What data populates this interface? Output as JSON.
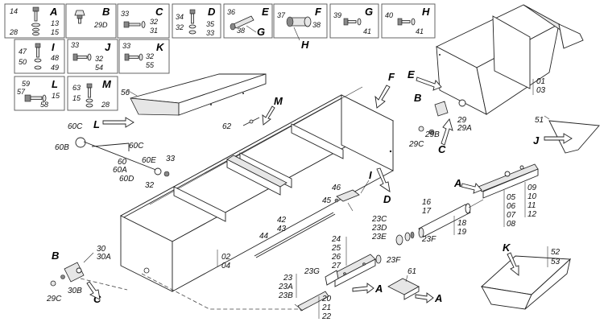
{
  "detail_boxes": [
    {
      "key": "A",
      "parts": [
        "14",
        "13",
        "28",
        "15"
      ]
    },
    {
      "key": "B",
      "parts": [
        "29D"
      ]
    },
    {
      "key": "C",
      "parts": [
        "33",
        "32",
        "31"
      ]
    },
    {
      "key": "D",
      "parts": [
        "34",
        "32",
        "35",
        "33"
      ]
    },
    {
      "key": "E",
      "parts": [
        "36"
      ]
    },
    {
      "key": "F",
      "parts": [
        "37",
        "38"
      ]
    },
    {
      "key": "G",
      "parts": [
        "39",
        "41"
      ]
    },
    {
      "key": "H",
      "parts": [
        "40",
        "41"
      ]
    },
    {
      "key": "I",
      "parts": [
        "47",
        "48",
        "50",
        "49"
      ]
    },
    {
      "key": "J",
      "parts": [
        "33",
        "32",
        "54"
      ]
    },
    {
      "key": "K",
      "parts": [
        "33",
        "32",
        "55"
      ]
    },
    {
      "key": "L",
      "parts": [
        "59",
        "57",
        "15",
        "58"
      ]
    },
    {
      "key": "M",
      "parts": [
        "63",
        "15",
        "28"
      ]
    }
  ],
  "loose_labels": {
    "g_38": "38",
    "g_g": "G",
    "h_h": "H"
  },
  "callouts": {
    "lid_56": "56",
    "bin_F": "F",
    "bin_02": "02",
    "bin_04": "04",
    "M_arrow": "M",
    "p62": "62",
    "L_arrow": "L",
    "p60C_a": "60C",
    "p60B": "60B",
    "p60C_b": "60C",
    "p60": "60",
    "p60A": "60A",
    "p60E": "60E",
    "p33": "33",
    "p60D": "60D",
    "p32": "32",
    "I_arrow": "I",
    "D_arrow": "D",
    "p46": "46",
    "p45": "45",
    "p42": "42",
    "p43": "43",
    "p44": "44",
    "hop_01": "01",
    "hop_03": "03",
    "E_arrow": "E",
    "B_arrow_r": "B",
    "p29": "29",
    "p29A": "29A",
    "p29B": "29B",
    "p29C_r": "29C",
    "C_arrow_r": "C",
    "p51": "51",
    "J_arrow": "J",
    "A_arrow_r": "A",
    "p09": "09",
    "p10": "10",
    "p11": "11",
    "p12": "12",
    "p05": "05",
    "p06": "06",
    "p07": "07",
    "p08": "08",
    "p16": "16",
    "p17": "17",
    "p18": "18",
    "p19": "19",
    "p23C": "23C",
    "p23D": "23D",
    "p23E": "23E",
    "p23F_a": "23F",
    "p23F_b": "23F",
    "p24": "24",
    "p25": "25",
    "p26": "26",
    "p27": "27",
    "A_arrow_m": "A",
    "p23G": "23G",
    "p23": "23",
    "p23A": "23A",
    "p23B": "23B",
    "p20": "20",
    "p21": "21",
    "p22": "22",
    "p61": "61",
    "A_arrow_b": "A",
    "K_arrow": "K",
    "p52": "52",
    "p53": "53",
    "B_arrow_l": "B",
    "p30": "30",
    "p30A": "30A",
    "p30B": "30B",
    "p29C_l": "29C",
    "C_arrow_l": "C"
  }
}
